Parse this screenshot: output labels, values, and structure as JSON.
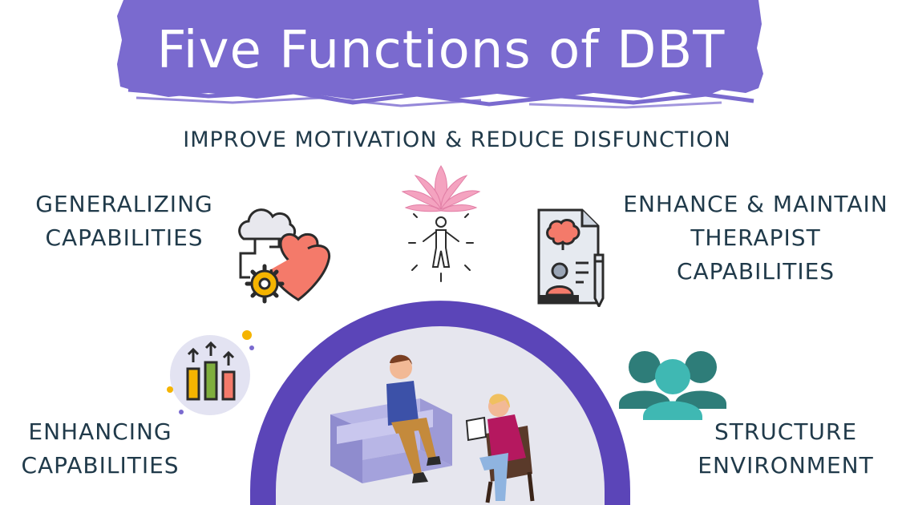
{
  "title": "Five Functions of DBT",
  "subtitle": "IMPROVE MOTIVATION & REDUCE DISFUNCTION",
  "functions": {
    "generalizing": {
      "line1": "GENERALIZING",
      "line2": "CAPABILITIES"
    },
    "therapist": {
      "line1": "ENHANCE & MAINTAIN",
      "line2": "THERAPIST",
      "line3": "CAPABILITIES"
    },
    "enhancing": {
      "line1": "ENHANCING",
      "line2": "CAPABILITIES"
    },
    "structure": {
      "line1": "STRUCTURE",
      "line2": "ENVIRONMENT"
    }
  },
  "colors": {
    "banner": "#7a6acf",
    "text": "#203a4a",
    "arch": "#5b45b8",
    "arch_inner": "#e6e6ee",
    "heart": "#f47a6a",
    "gear": "#f5b400",
    "lotus": "#f4a3c0",
    "team": "#2e7d79"
  },
  "icons": [
    "cloud-gear-heart-icon",
    "lotus-person-icon",
    "brain-report-icon",
    "bar-chart-arrows-icon",
    "team-people-icon",
    "therapy-session-illustration"
  ]
}
